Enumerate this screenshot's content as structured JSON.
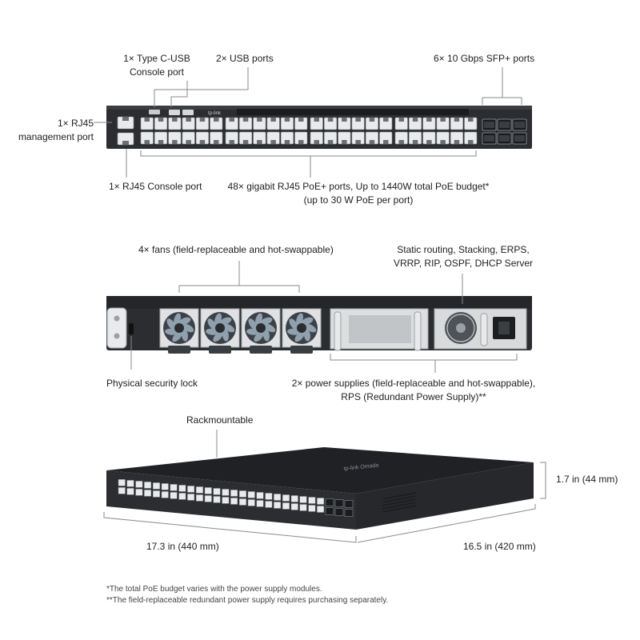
{
  "front_panel": {
    "usb_c_label_line1": "1× Type C-USB",
    "usb_c_label_line2": "Console port",
    "usb_label": "2× USB ports",
    "sfp_label": "6× 10 Gbps SFP+ ports",
    "mgmt_label_line1": "1× RJ45",
    "mgmt_label_line2": "management port",
    "console_label": "1× RJ45 Console port",
    "poe_label_line1": "48× gigabit RJ45 PoE+ ports, Up to 1440W total PoE budget*",
    "poe_label_line2": "(up to 30 W PoE per port)",
    "rj45_port_count": 48,
    "sfp_port_count": 6
  },
  "rear_panel": {
    "fans_label": "4× fans (field-replaceable and hot-swappable)",
    "features_line1": "Static routing, Stacking, ERPS,",
    "features_line2": "VRRP, RIP, OSPF, DHCP Server",
    "lock_label": "Physical security lock",
    "psu_label_line1": "2× power supplies (field-replaceable and hot-swappable),",
    "psu_label_line2": "RPS (Redundant Power Supply)**",
    "fan_count": 4
  },
  "perspective": {
    "rack_label": "Rackmountable",
    "height_label": "1.7 in (44 mm)",
    "width_label": "17.3 in (440 mm)",
    "depth_label": "16.5 in (420 mm)"
  },
  "footnotes": {
    "note1": "*The total PoE budget varies with the power supply modules.",
    "note2": "**The field-replaceable redundant power supply requires purchasing separately."
  },
  "colors": {
    "chassis": "#2b2d30",
    "chassis_top": "#1f2124",
    "port_fill": "#e9eaeb",
    "leader_line": "#8a8a8a",
    "fan_blade": "#8fa0ae"
  }
}
